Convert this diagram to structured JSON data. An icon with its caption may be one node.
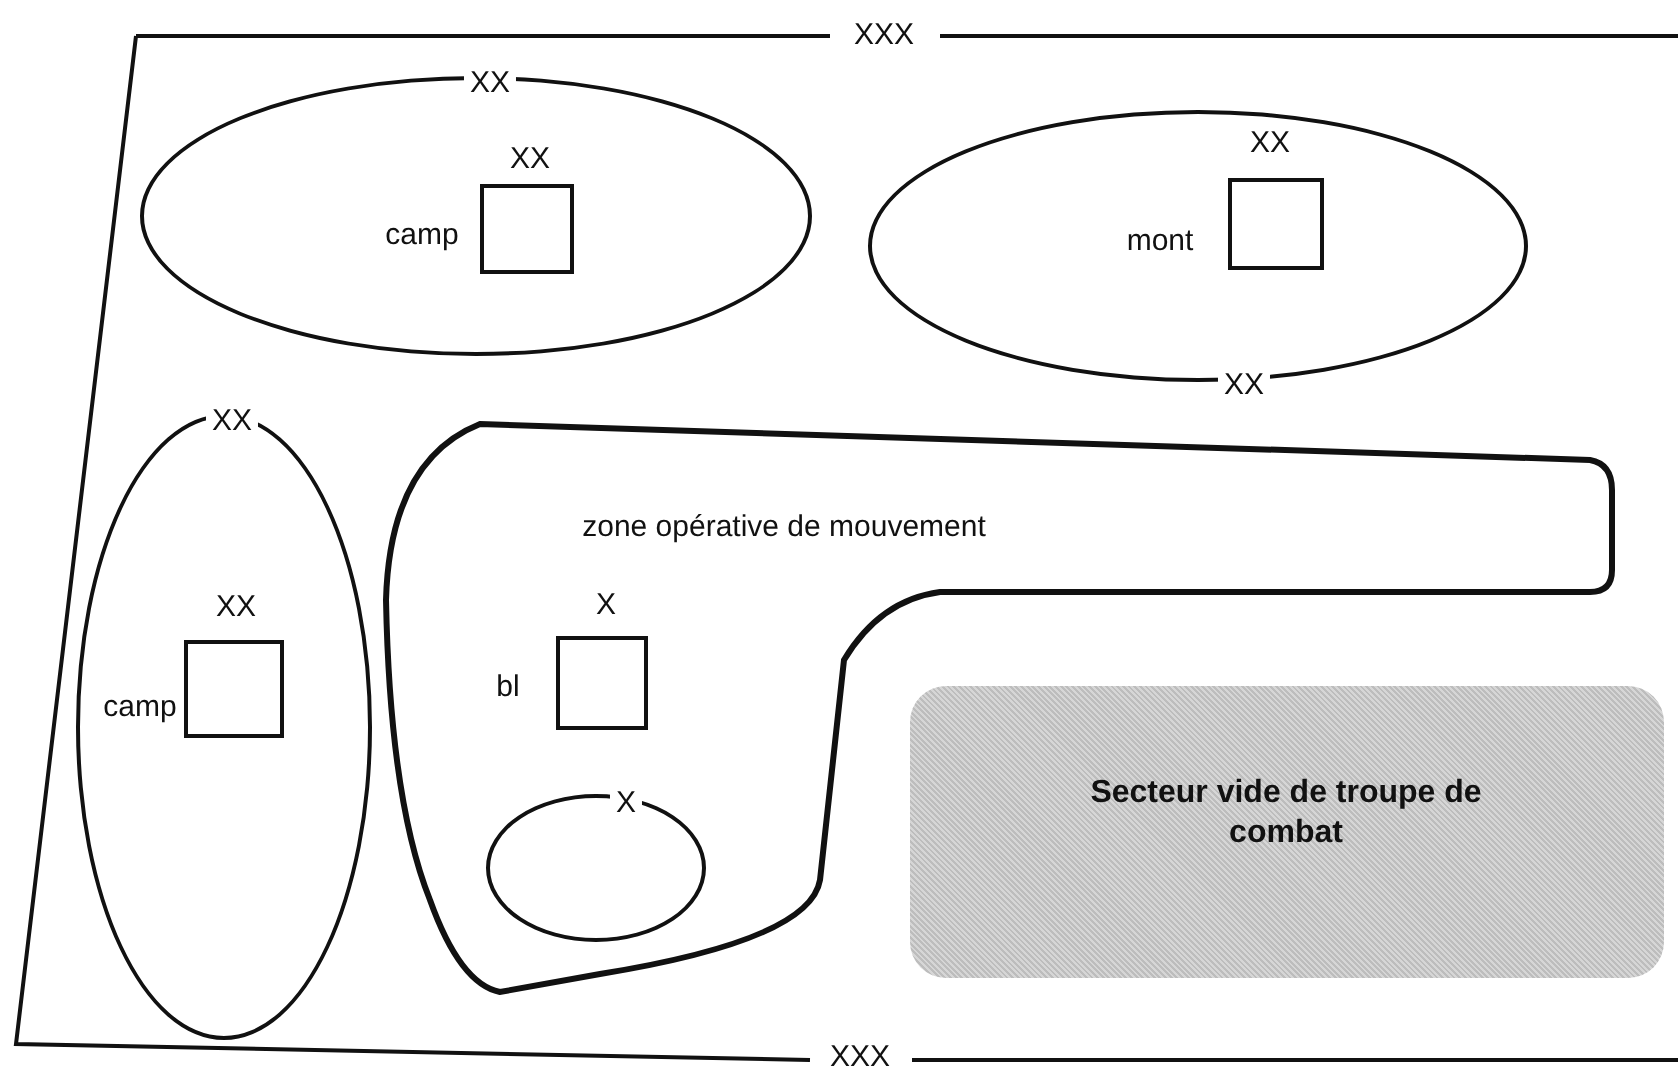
{
  "diagram": {
    "nodes": [
      {
        "text": [
          "XXX",
          "XXX"
        ]
      },
      {
        "text": [
          "XX"
        ],
        "in": 0
      },
      {
        "text": [
          "XX"
        ],
        "beside": [
          "camp"
        ],
        "in": 1
      },
      {
        "text": [
          "XX"
        ],
        "in": 0
      },
      {
        "text": [
          "XX"
        ],
        "beside": [
          "mont"
        ],
        "in": 3
      },
      {
        "text": [
          "XX"
        ],
        "in": 0
      },
      {
        "text": [
          "XX"
        ],
        "beside": [
          "camp"
        ],
        "in": 5
      },
      {
        "text": [
          "zone opérative de mouvement"
        ],
        "in": 0
      },
      {
        "text": [
          "X"
        ],
        "beside": [
          "bl"
        ],
        "in": 7
      },
      {
        "text": [
          "X"
        ],
        "in": 7
      },
      {
        "text": [
          "Secteur vide de troupe de combat"
        ],
        "in": 0
      }
    ]
  }
}
